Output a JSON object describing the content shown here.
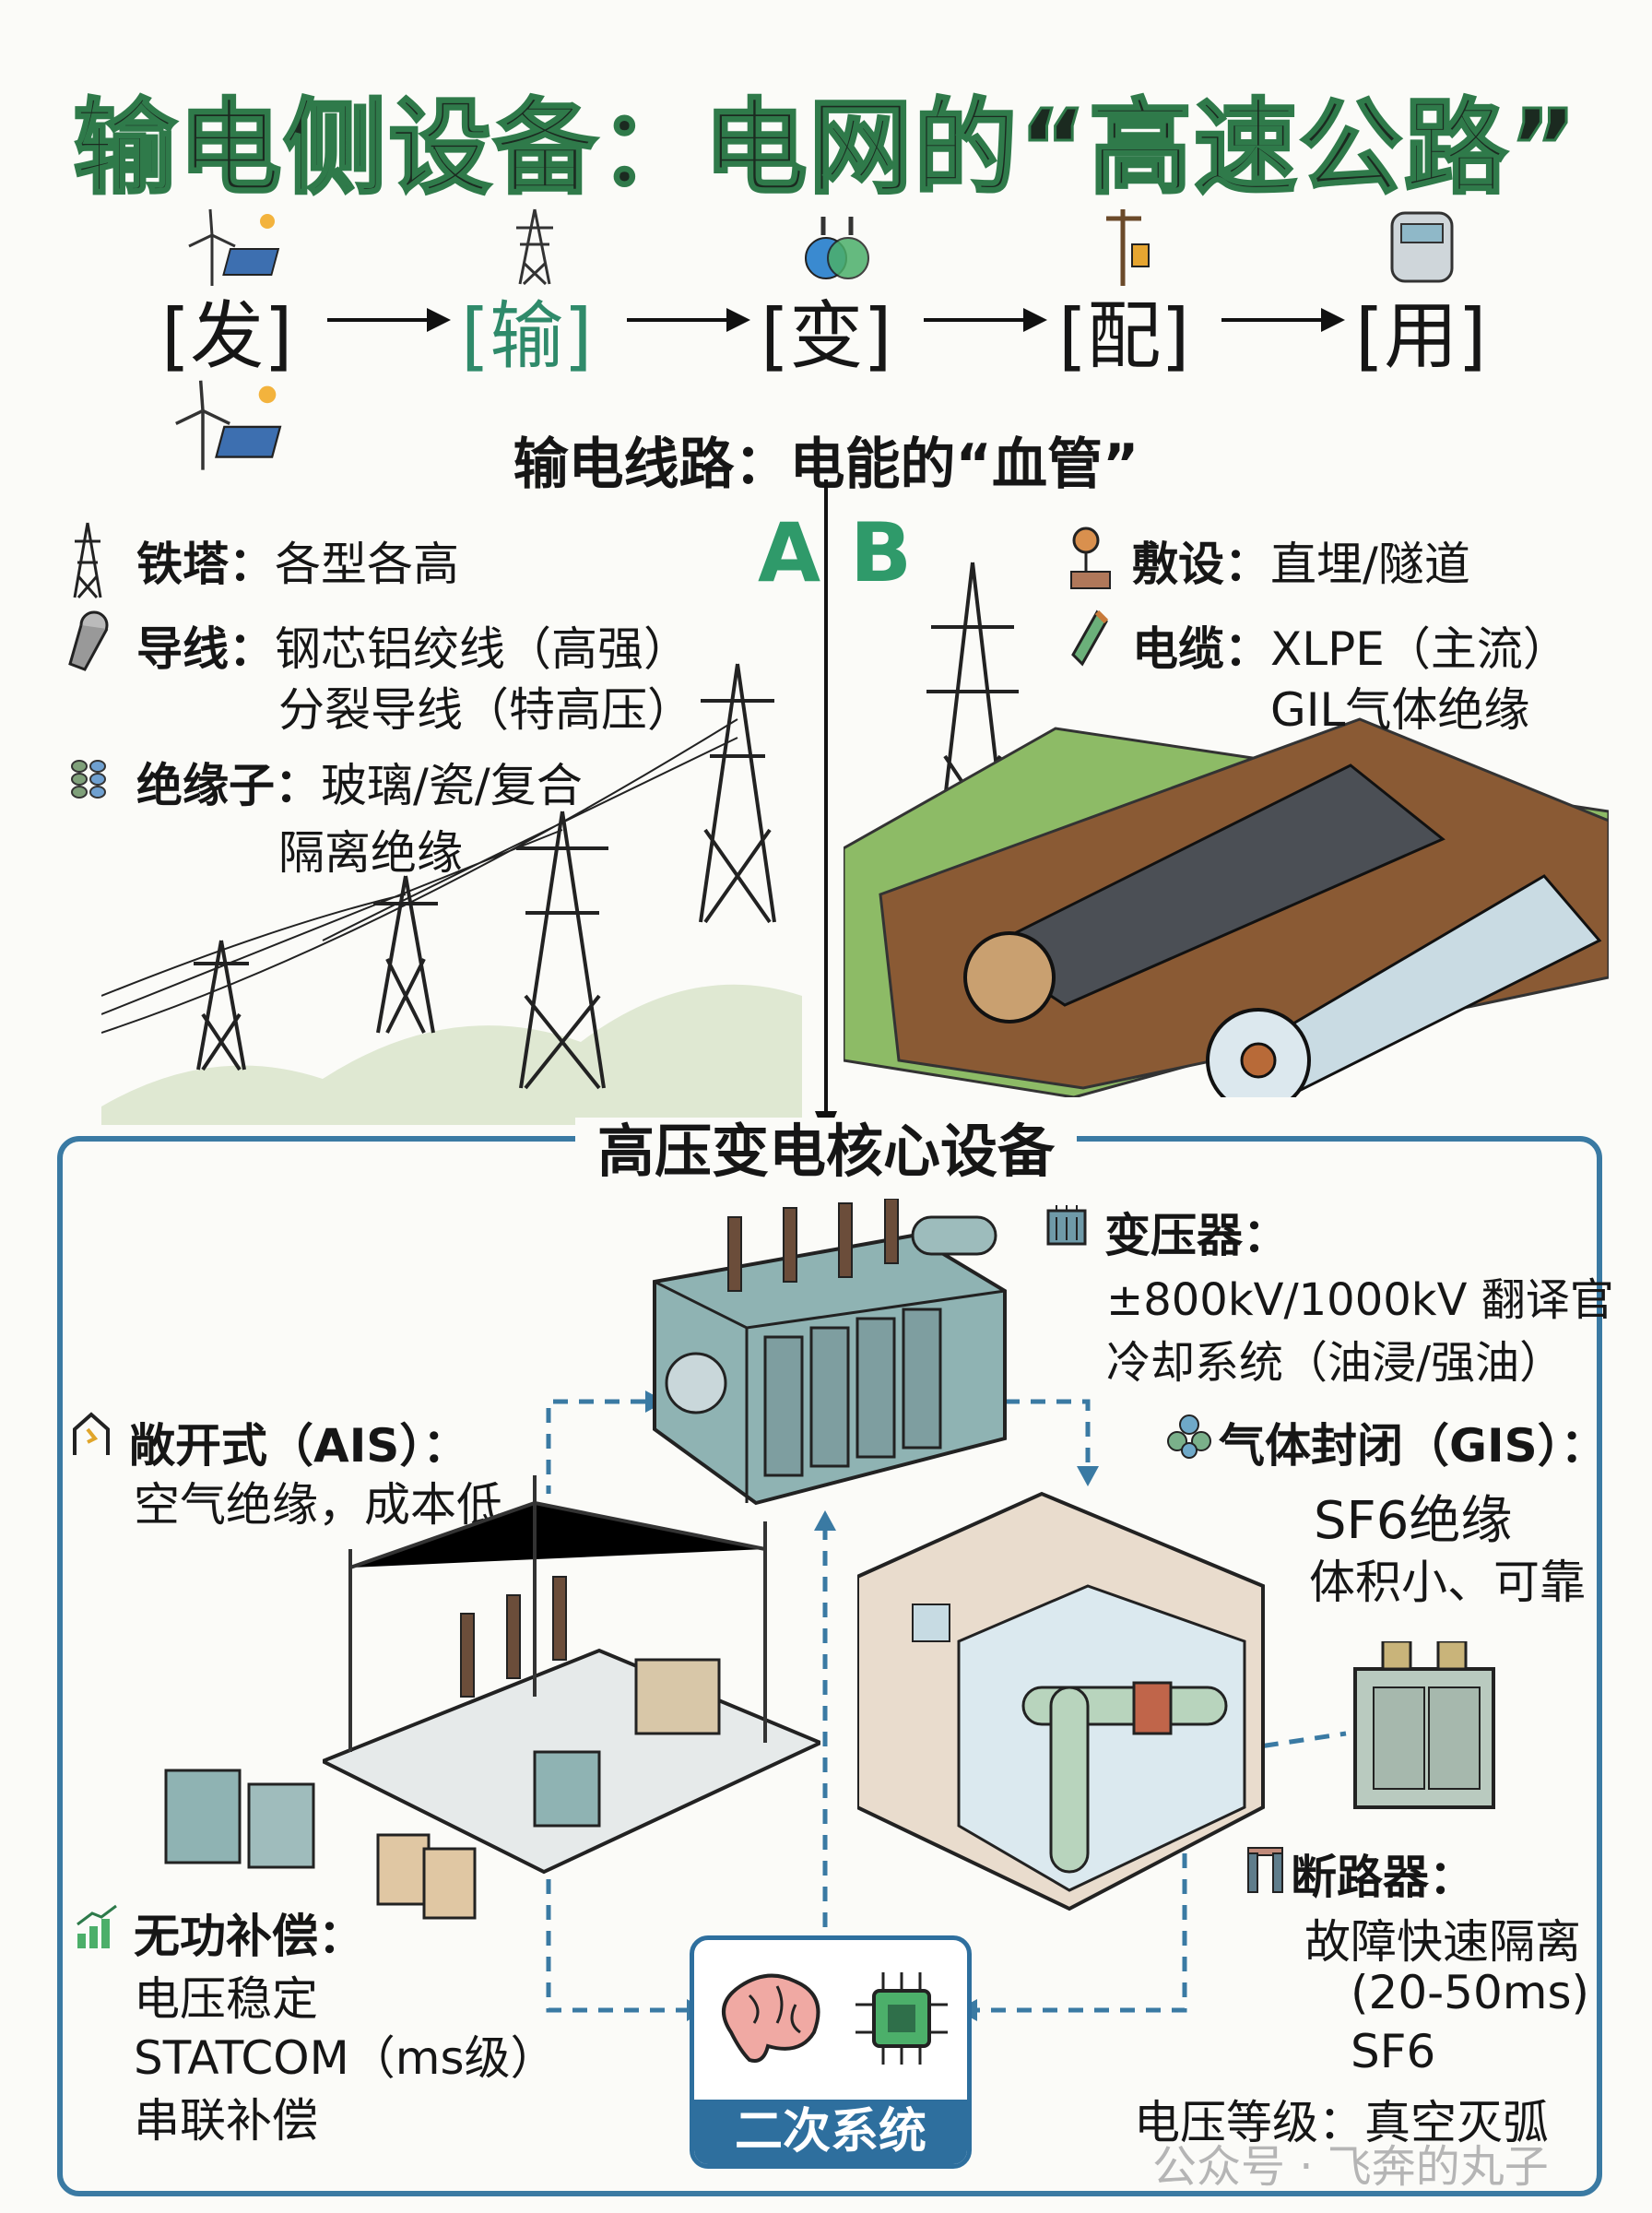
{
  "title": "输电侧设备：电网的“高速公路”",
  "flow": {
    "steps": [
      "[发]",
      "[输]",
      "[变]",
      "[配]",
      "[用]"
    ],
    "active_color": "#2f8a6a"
  },
  "subtitle": "输电线路：电能的“血管”",
  "panel_a": {
    "label": "A",
    "items": [
      {
        "icon": "tower-icon",
        "key": "铁塔：",
        "lines": [
          "各型各高"
        ]
      },
      {
        "icon": "conductor-icon",
        "key": "导线：",
        "lines": [
          "钢芯铝绞线（高强）",
          "分裂导线（特高压）"
        ]
      },
      {
        "icon": "insulator-icon",
        "key": "绝缘子：",
        "lines": [
          "玻璃/瓷/复合",
          "隔离绝缘"
        ]
      }
    ]
  },
  "panel_b": {
    "label": "B",
    "items": [
      {
        "icon": "location-pin-icon",
        "key": "敷设：",
        "lines": [
          "直埋/隧道"
        ]
      },
      {
        "icon": "cable-icon",
        "key": "电缆：",
        "lines": [
          "XLPE（主流）",
          "GIL气体绝缘"
        ]
      }
    ]
  },
  "substation": {
    "title": "高压变电核心设备",
    "transformer": {
      "key": "变压器：",
      "lines": [
        "±800kV/1000kV 翻译官",
        "冷却系统（油浸/强油）"
      ]
    },
    "ais": {
      "key": "敞开式（AIS）：",
      "lines": [
        "空气绝缘，成本低"
      ]
    },
    "gis": {
      "key": "气体封闭（GIS）：",
      "lines": [
        "SF6绝缘",
        "体积小、可靠"
      ]
    },
    "breaker": {
      "key": "断路器：",
      "lines": [
        "故障快速隔离",
        "(20-50ms)",
        "SF6",
        "电压等级：真空灭弧"
      ]
    },
    "reactive": {
      "key": "无功补偿：",
      "lines": [
        "电压稳定",
        "STATCOM（ms级）",
        "串联补偿"
      ]
    },
    "secondary": "二次系统"
  },
  "watermark": "公众号 · 飞奔的丸子",
  "colors": {
    "border": "#3a7aa3",
    "accent": "#2f9a6a"
  }
}
